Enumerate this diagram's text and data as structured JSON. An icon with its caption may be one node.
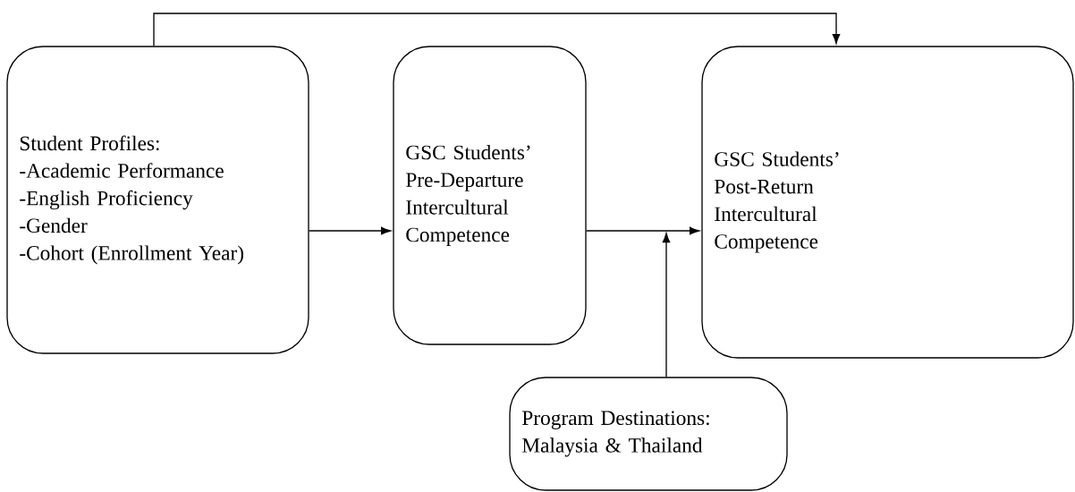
{
  "diagram": {
    "nodes": [
      {
        "text": [
          "Student Profiles:",
          "-Academic Performance",
          "-English Proficiency",
          "-Gender",
          "-Cohort (Enrollment Year)"
        ]
      },
      {
        "text": [
          "GSC Students’ Pre-Departure Intercultural Competence"
        ]
      },
      {
        "text": [
          "GSC Students’ Post-Return Intercultural Competence"
        ]
      },
      {
        "text": [
          "Program Destinations: Malaysia & Thailand"
        ]
      }
    ],
    "edges": [
      {
        "from": 0,
        "to": 1,
        "arrow": "to"
      },
      {
        "from": 1,
        "to": 2,
        "arrow": "to"
      },
      {
        "from": 3,
        "to": null,
        "arrow": "to"
      },
      {
        "from": 0,
        "to": 2,
        "arrow": "to"
      }
    ]
  }
}
